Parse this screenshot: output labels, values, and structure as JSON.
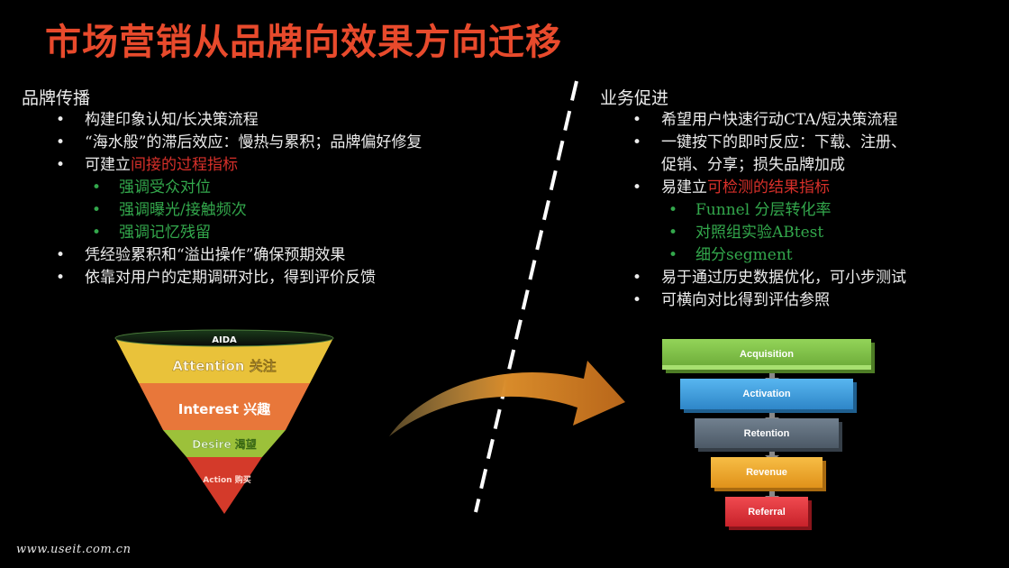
{
  "title": "市场营销从品牌向效果方向迁移",
  "left": {
    "heading": "品牌传播",
    "items": [
      {
        "text": "构建印象认知/长决策流程"
      },
      {
        "text": "“海水般”的滞后效应：慢热与累积；品牌偏好修复"
      },
      {
        "prefix": "可建立",
        "highlight": "间接的过程指标"
      },
      {
        "text": "强调受众对位",
        "sub": true
      },
      {
        "text": "强调曝光/接触频次",
        "sub": true
      },
      {
        "text": "强调记忆残留",
        "sub": true
      },
      {
        "text": "凭经验累积和“溢出操作”确保预期效果"
      },
      {
        "text": "依靠对用户的定期调研对比，得到评价反馈"
      }
    ]
  },
  "right": {
    "heading": "业务促进",
    "items": [
      {
        "text": "希望用户快速行动CTA/短决策流程"
      },
      {
        "text": "一键按下的即时反应：下载、注册、"
      },
      {
        "text": "促销、分享；损失品牌加成",
        "cont": true
      },
      {
        "prefix": "易建立",
        "highlight": "可检测的结果指标"
      },
      {
        "text": "Funnel 分层转化率",
        "sub": true
      },
      {
        "text": "对照组实验ABtest",
        "sub": true
      },
      {
        "text": "细分segment",
        "sub": true
      },
      {
        "text": "易于通过历史数据优化，可小步测试"
      },
      {
        "text": "可横向对比得到评估参照"
      }
    ]
  },
  "aida": {
    "top_label": "AIDA",
    "layers": [
      {
        "label": "Attention 关注",
        "color": "#e9c23a"
      },
      {
        "label": "Interest 兴趣",
        "color": "#e8773a"
      },
      {
        "label": "Desire 渴望",
        "color": "#9cc13a"
      },
      {
        "label": "Action 购买",
        "color": "#d43a2a"
      }
    ]
  },
  "aarrr": {
    "steps": [
      {
        "label": "Acquisition",
        "color": "#7dc142"
      },
      {
        "label": "Activation",
        "color": "#3c9ee0"
      },
      {
        "label": "Retention",
        "color": "#5e6d7c"
      },
      {
        "label": "Revenue",
        "color": "#f2a623"
      },
      {
        "label": "Referral",
        "color": "#e2333b"
      }
    ]
  },
  "footer": "www.useit.com.cn"
}
